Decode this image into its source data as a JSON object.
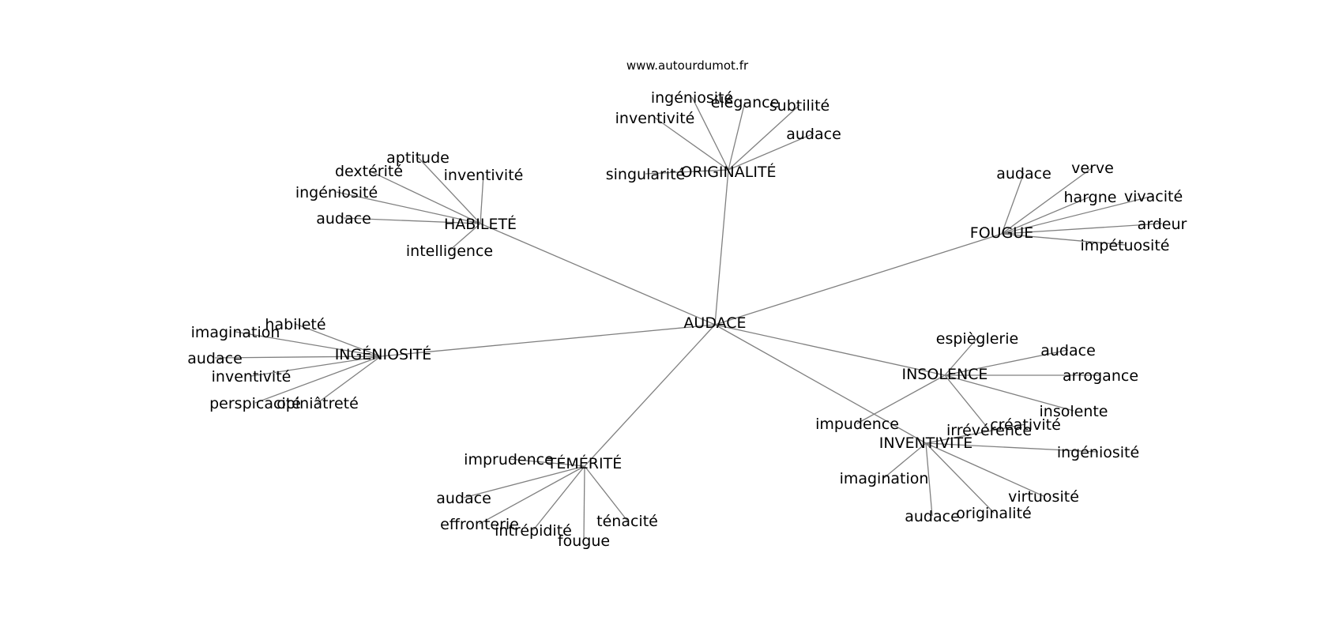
{
  "source_credit": "www.autourdumot.fr",
  "edge_color": "#808080",
  "text_color": "#000000",
  "nodes": [
    {
      "id": "audace",
      "label": "AUDACE",
      "parent": null
    },
    {
      "id": "originalite",
      "label": "ORIGINALITÉ",
      "parent": "audace"
    },
    {
      "id": "habilete",
      "label": "HABILETÉ",
      "parent": "audace"
    },
    {
      "id": "fougue",
      "label": "FOUGUE",
      "parent": "audace"
    },
    {
      "id": "ingeniosite",
      "label": "INGÉNIOSITÉ",
      "parent": "audace"
    },
    {
      "id": "insolence",
      "label": "INSOLENCE",
      "parent": "audace"
    },
    {
      "id": "inventivite",
      "label": "INVENTIVITÉ",
      "parent": "audace"
    },
    {
      "id": "temerite",
      "label": "TÉMÉRITÉ",
      "parent": "audace"
    },
    {
      "id": "or-ingeniosite",
      "label": "ingéniosité",
      "parent": "originalite"
    },
    {
      "id": "or-elegance",
      "label": "élégance",
      "parent": "originalite"
    },
    {
      "id": "or-subtilite",
      "label": "subtilité",
      "parent": "originalite"
    },
    {
      "id": "or-inventivite",
      "label": "inventivité",
      "parent": "originalite"
    },
    {
      "id": "or-audace",
      "label": "audace",
      "parent": "originalite"
    },
    {
      "id": "or-singularite",
      "label": "singularité",
      "parent": "originalite"
    },
    {
      "id": "ha-aptitude",
      "label": "aptitude",
      "parent": "habilete"
    },
    {
      "id": "ha-dexterite",
      "label": "dextérité",
      "parent": "habilete"
    },
    {
      "id": "ha-inventivite",
      "label": "inventivité",
      "parent": "habilete"
    },
    {
      "id": "ha-ingeniosite",
      "label": "ingéniosité",
      "parent": "habilete"
    },
    {
      "id": "ha-audace",
      "label": "audace",
      "parent": "habilete"
    },
    {
      "id": "ha-intelligence",
      "label": "intelligence",
      "parent": "habilete"
    },
    {
      "id": "fo-audace",
      "label": "audace",
      "parent": "fougue"
    },
    {
      "id": "fo-verve",
      "label": "verve",
      "parent": "fougue"
    },
    {
      "id": "fo-hargne",
      "label": "hargne",
      "parent": "fougue"
    },
    {
      "id": "fo-vivacite",
      "label": "vivacité",
      "parent": "fougue"
    },
    {
      "id": "fo-ardeur",
      "label": "ardeur",
      "parent": "fougue"
    },
    {
      "id": "fo-impetuosite",
      "label": "impétuosité",
      "parent": "fougue"
    },
    {
      "id": "in-imagination",
      "label": "imagination",
      "parent": "ingeniosite"
    },
    {
      "id": "in-habilete",
      "label": "habileté",
      "parent": "ingeniosite"
    },
    {
      "id": "in-audace",
      "label": "audace",
      "parent": "ingeniosite"
    },
    {
      "id": "in-inventivite",
      "label": "inventivité",
      "parent": "ingeniosite"
    },
    {
      "id": "in-perspicacite",
      "label": "perspicacité",
      "parent": "ingeniosite"
    },
    {
      "id": "in-opiniatrete",
      "label": "opiniâtreté",
      "parent": "ingeniosite"
    },
    {
      "id": "is-espieglerie",
      "label": "espièglerie",
      "parent": "insolence"
    },
    {
      "id": "is-audace",
      "label": "audace",
      "parent": "insolence"
    },
    {
      "id": "is-arrogance",
      "label": "arrogance",
      "parent": "insolence"
    },
    {
      "id": "is-insolente",
      "label": "insolente",
      "parent": "insolence"
    },
    {
      "id": "is-impudence",
      "label": "impudence",
      "parent": "insolence"
    },
    {
      "id": "is-irreverence",
      "label": "irrévérence",
      "parent": "insolence"
    },
    {
      "id": "iv-creativite",
      "label": "créativité",
      "parent": "inventivite"
    },
    {
      "id": "iv-ingeniosite",
      "label": "ingéniosité",
      "parent": "inventivite"
    },
    {
      "id": "iv-imagination",
      "label": "imagination",
      "parent": "inventivite"
    },
    {
      "id": "iv-virtuosite",
      "label": "virtuosité",
      "parent": "inventivite"
    },
    {
      "id": "iv-audace",
      "label": "audace",
      "parent": "inventivite"
    },
    {
      "id": "iv-originalite",
      "label": "originalité",
      "parent": "inventivite"
    },
    {
      "id": "te-imprudence",
      "label": "imprudence",
      "parent": "temerite"
    },
    {
      "id": "te-audace",
      "label": "audace",
      "parent": "temerite"
    },
    {
      "id": "te-effronterie",
      "label": "effronterie",
      "parent": "temerite"
    },
    {
      "id": "te-intrepidite",
      "label": "intrépidité",
      "parent": "temerite"
    },
    {
      "id": "te-fougue",
      "label": "fougue",
      "parent": "temerite"
    },
    {
      "id": "te-tenacite",
      "label": "ténacité",
      "parent": "temerite"
    }
  ]
}
